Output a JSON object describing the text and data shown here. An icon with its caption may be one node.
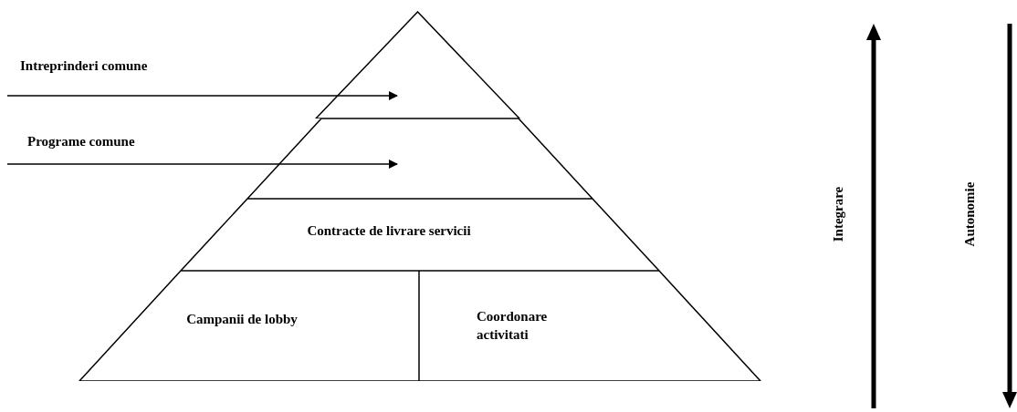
{
  "diagram": {
    "nodes": [
      {
        "text": [],
        "shape": "triangle"
      },
      {
        "text": [],
        "shape": "trapezoid"
      },
      {
        "text": [
          "Contracte de livrare servicii"
        ]
      },
      {
        "text": [
          "Campanii de lobby"
        ]
      },
      {
        "text": [
          "Coordonare activitati"
        ]
      }
    ],
    "edges": [
      {
        "from": null,
        "to": 0,
        "arrow": "to",
        "label": "Intreprinderi comune"
      },
      {
        "from": null,
        "to": 1,
        "arrow": "to",
        "label": "Programe comune"
      }
    ],
    "labels": [
      "Integrare",
      "Autonomie"
    ]
  }
}
